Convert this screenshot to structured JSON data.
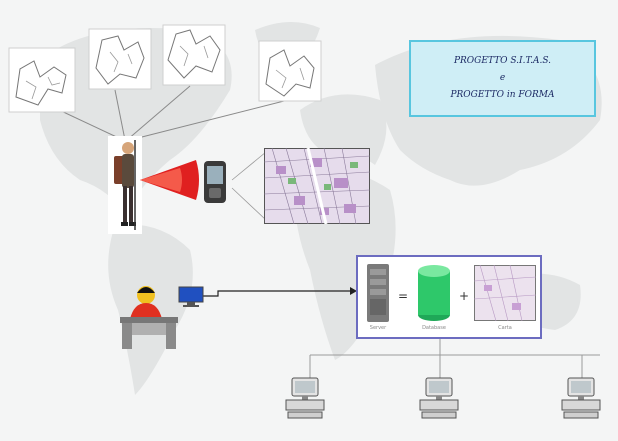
{
  "title_box": {
    "line1": "PROGETTO S.I.T.A.S.",
    "line2": "e",
    "line3": "PROGETTO in FORMA"
  },
  "server_box": {
    "server_label": "Server",
    "database_label": "Database",
    "map_label": "Carta",
    "equals_sign": "=",
    "plus_sign": "+"
  },
  "icons": {
    "survey_maps": "parcel-sketch-icon",
    "surveyor": "hiker-icon",
    "handheld": "pda-icon",
    "operator": "desk-operator-icon",
    "monitor": "monitor-icon",
    "client": "computer-terminal-icon"
  },
  "colors": {
    "title_fill": "#cfeef6",
    "title_border": "#58c6df",
    "title_text": "#1c2a64",
    "server_border": "#6c6cc0",
    "arrow_red": "#e02020",
    "database_green": "#2ec86a"
  }
}
